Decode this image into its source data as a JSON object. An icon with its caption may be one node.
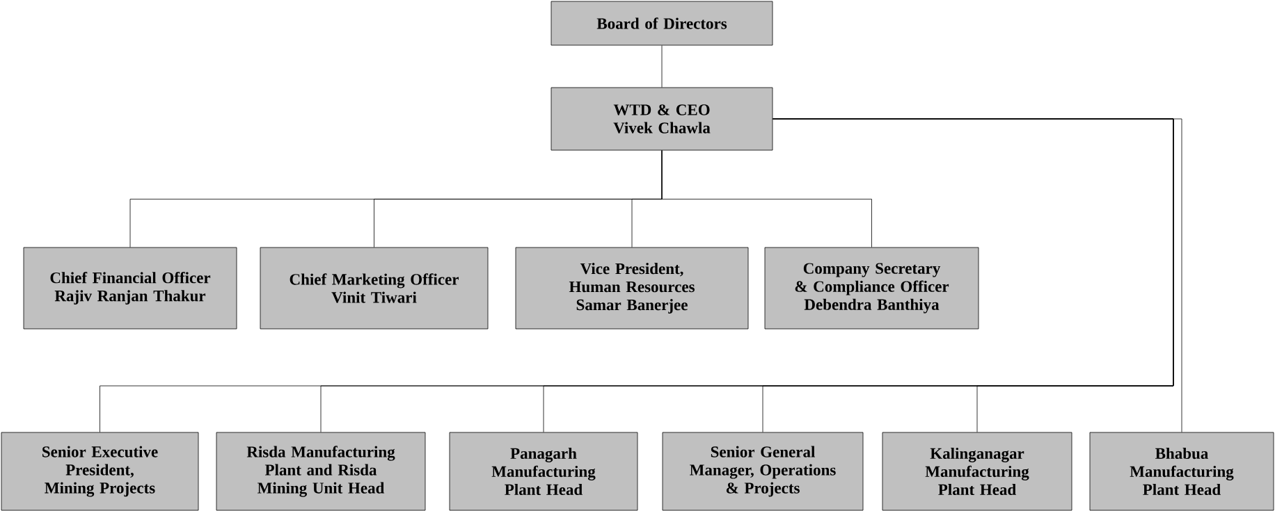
{
  "diagram": {
    "nodes": [
      {
        "text": [
          "Board of Directors"
        ]
      },
      {
        "text": [
          "WTD & CEO",
          "Vivek Chawla"
        ]
      },
      {
        "text": [
          "Chief Financial Officer",
          "Rajiv Ranjan Thakur"
        ]
      },
      {
        "text": [
          "Chief Marketing Officer",
          "Vinit Tiwari"
        ]
      },
      {
        "text": [
          "Vice President, Human Resources",
          "Samar Banerjee"
        ]
      },
      {
        "text": [
          "Company Secretary & Compliance Officer",
          "Debendra Banthiya"
        ]
      },
      {
        "text": [
          "Senior Executive President, Mining Projects"
        ]
      },
      {
        "text": [
          "Risda Manufacturing Plant and Risda Mining Unit Head"
        ]
      },
      {
        "text": [
          "Panagarh Manufacturing Plant Head"
        ]
      },
      {
        "text": [
          "Senior General Manager, Operations & Projects"
        ]
      },
      {
        "text": [
          "Kalinganagar Manufacturing Plant Head"
        ]
      },
      {
        "text": [
          "Bhabua Manufacturing Plant Head"
        ]
      }
    ],
    "edges": [
      {
        "from": 0,
        "to": 1,
        "arrow": "none"
      },
      {
        "from": 1,
        "to": 2,
        "arrow": "none"
      },
      {
        "from": 1,
        "to": 3,
        "arrow": "none"
      },
      {
        "from": 1,
        "to": 4,
        "arrow": "none"
      },
      {
        "from": 1,
        "to": 5,
        "arrow": "none"
      },
      {
        "from": 1,
        "to": 6,
        "arrow": "none"
      },
      {
        "from": 1,
        "to": 7,
        "arrow": "none"
      },
      {
        "from": 1,
        "to": 8,
        "arrow": "none"
      },
      {
        "from": 1,
        "to": 9,
        "arrow": "none"
      },
      {
        "from": 1,
        "to": 10,
        "arrow": "none"
      },
      {
        "from": 1,
        "to": 11,
        "arrow": "none"
      }
    ]
  }
}
